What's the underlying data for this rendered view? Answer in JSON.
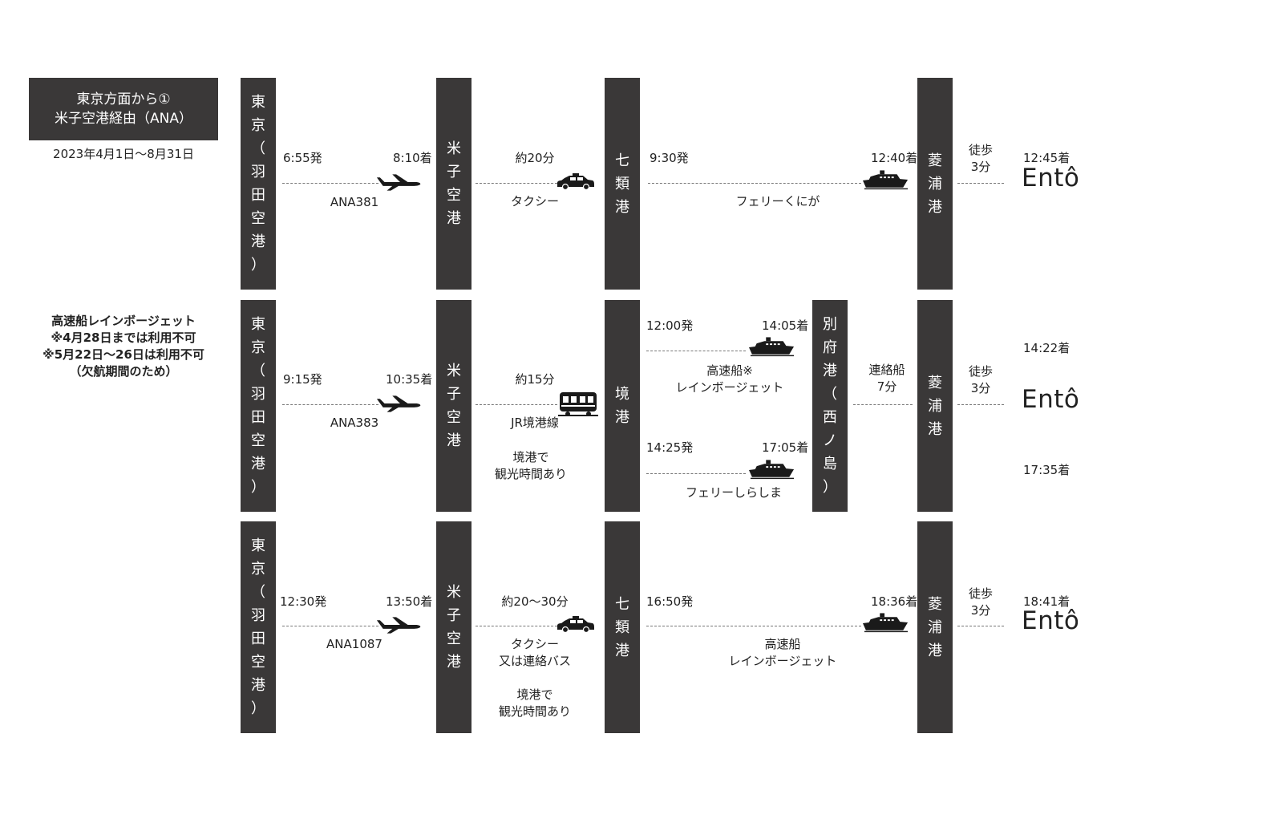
{
  "header": {
    "title_line1": "東京方面から①",
    "title_line2": "米子空港経由（ANA）",
    "date_range": "2023年4月1日〜8月31日"
  },
  "note": {
    "line1": "高速船レインボージェット",
    "line2": "※4月28日までは利用不可",
    "line3": "※5月22日〜26日は利用不可",
    "line4": "（欠航期間のため）"
  },
  "stations": {
    "tokyo": [
      "東",
      "京",
      "（",
      "羽",
      "田",
      "空",
      "港",
      "）"
    ],
    "yonago": [
      "米",
      "子",
      "空",
      "港"
    ],
    "shichirui": [
      "七",
      "類",
      "港"
    ],
    "sakai": [
      "境",
      "港"
    ],
    "beppu": [
      "別",
      "府",
      "港",
      "（",
      "西",
      "ノ",
      "島",
      "）"
    ],
    "hishiura": [
      "菱",
      "浦",
      "港"
    ]
  },
  "destination": {
    "logo": "Entô"
  },
  "routes": [
    {
      "flight": {
        "depart": "6:55発",
        "arrive": "8:10着",
        "name": "ANA381"
      },
      "transfer": {
        "duration": "約20分",
        "mode": "タクシー"
      },
      "ferry": {
        "depart": "9:30発",
        "arrive": "12:40着",
        "name": "フェリーくにが"
      },
      "walk": {
        "label": "徒歩",
        "minutes": "3分"
      },
      "arrival": "12:45着"
    },
    {
      "flight": {
        "depart": "9:15発",
        "arrive": "10:35着",
        "name": "ANA383"
      },
      "transfer": {
        "duration": "約15分",
        "mode": "JR境港線",
        "note_line1": "境港で",
        "note_line2": "観光時間あり"
      },
      "ferry_a": {
        "depart": "12:00発",
        "arrive": "14:05着",
        "name_line1": "高速船※",
        "name_line2": "レインボージェット"
      },
      "ferry_b": {
        "depart": "14:25発",
        "arrive": "17:05着",
        "name": "フェリーしらしま"
      },
      "shuttle": {
        "label": "連絡船",
        "minutes": "7分"
      },
      "walk": {
        "label": "徒歩",
        "minutes": "3分"
      },
      "arrival_a": "14:22着",
      "arrival_b": "17:35着"
    },
    {
      "flight": {
        "depart": "12:30発",
        "arrive": "13:50着",
        "name": "ANA1087"
      },
      "transfer": {
        "duration": "約20〜30分",
        "mode_line1": "タクシー",
        "mode_line2": "又は連絡バス",
        "note_line1": "境港で",
        "note_line2": "観光時間あり"
      },
      "ferry": {
        "depart": "16:50発",
        "arrive": "18:36着",
        "name_line1": "高速船",
        "name_line2": "レインボージェット"
      },
      "walk": {
        "label": "徒歩",
        "minutes": "3分"
      },
      "arrival": "18:41着"
    }
  ]
}
